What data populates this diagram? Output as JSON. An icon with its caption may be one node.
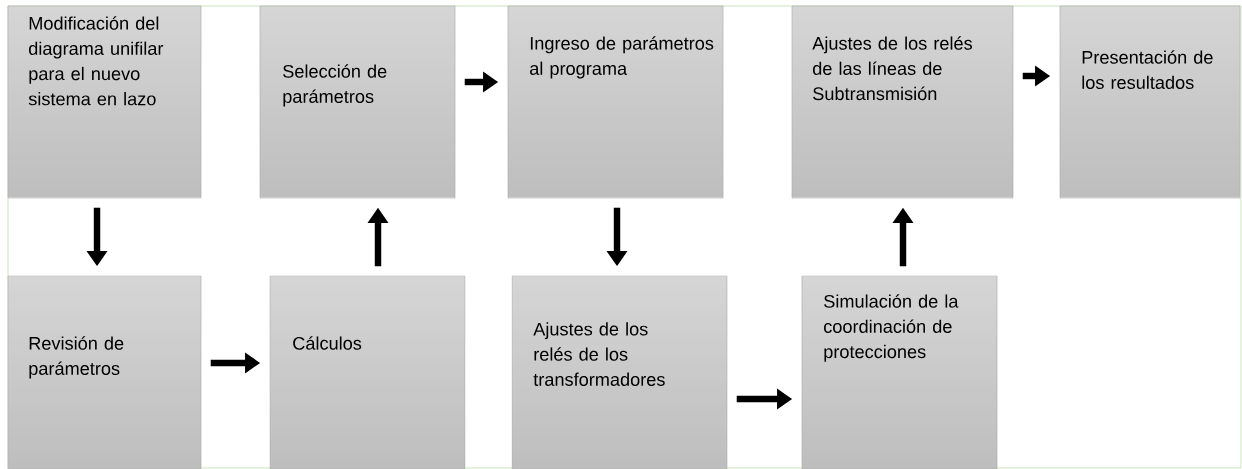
{
  "diagram": {
    "nodes": [
      {
        "text": [
          "Modificación del diagrama unifilar para el nuevo sistema en lazo"
        ]
      },
      {
        "text": [
          "Selección de parámetros"
        ]
      },
      {
        "text": [
          "Ingreso de parámetros al programa"
        ]
      },
      {
        "text": [
          "Ajustes de los relés de las líneas de Subtransmisión"
        ]
      },
      {
        "text": [
          "Presentación de los resultados"
        ]
      },
      {
        "text": [
          "Revisión de parámetros"
        ]
      },
      {
        "text": [
          "Cálculos"
        ]
      },
      {
        "text": [
          "Ajustes de los relés de los transformadores"
        ]
      },
      {
        "text": [
          "Simulación de la coordinación de protecciones"
        ]
      }
    ],
    "edges": [
      {
        "from": 0,
        "to": 5,
        "arrow": "to"
      },
      {
        "from": 5,
        "to": 6,
        "arrow": "to"
      },
      {
        "from": 6,
        "to": 1,
        "arrow": "to"
      },
      {
        "from": 1,
        "to": 2,
        "arrow": "to"
      },
      {
        "from": 2,
        "to": 7,
        "arrow": "to"
      },
      {
        "from": 7,
        "to": 8,
        "arrow": "to"
      },
      {
        "from": 8,
        "to": 3,
        "arrow": "to"
      },
      {
        "from": 3,
        "to": 4,
        "arrow": "to"
      }
    ]
  }
}
